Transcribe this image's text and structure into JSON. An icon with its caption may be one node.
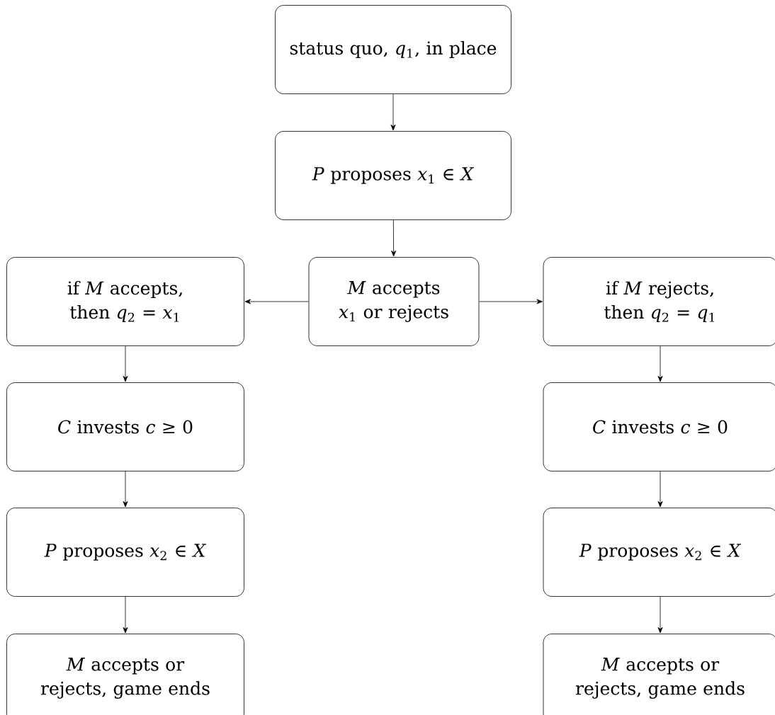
{
  "diagram": {
    "nodes": [
      {
        "text": [
          "status quo, *q*$_{1}$, in place"
        ]
      },
      {
        "text": [
          "*P* proposes *x*$_{1}$ ∈ *X*"
        ]
      },
      {
        "text": [
          "if *M* accepts, then *q*$_{2}$ = *x*$_{1}$"
        ]
      },
      {
        "text": [
          "*M* accepts *x*$_{1}$ or rejects"
        ]
      },
      {
        "text": [
          "if *M* rejects, then *q*$_{2}$ = *q*$_{1}$"
        ]
      },
      {
        "text": [
          "*C* invests *c* ≥ 0"
        ]
      },
      {
        "text": [
          "*C* invests *c* ≥ 0"
        ]
      },
      {
        "text": [
          "*P* proposes *x*$_{2}$ ∈ *X*"
        ]
      },
      {
        "text": [
          "*P* proposes *x*$_{2}$ ∈ *X*"
        ]
      },
      {
        "text": [
          "*M* accepts or rejects, game ends"
        ]
      },
      {
        "text": [
          "*M* accepts or rejects, game ends"
        ]
      }
    ],
    "edges": [
      {
        "from": 0,
        "to": 1,
        "arrow": "to"
      },
      {
        "from": 1,
        "to": 3,
        "arrow": "to"
      },
      {
        "from": 3,
        "to": 2,
        "arrow": "to"
      },
      {
        "from": 3,
        "to": 4,
        "arrow": "to"
      },
      {
        "from": 2,
        "to": 5,
        "arrow": "to"
      },
      {
        "from": 5,
        "to": 7,
        "arrow": "to"
      },
      {
        "from": 7,
        "to": 9,
        "arrow": "to"
      },
      {
        "from": 4,
        "to": 6,
        "arrow": "to"
      },
      {
        "from": 6,
        "to": 8,
        "arrow": "to"
      },
      {
        "from": 8,
        "to": 10,
        "arrow": "to"
      }
    ]
  }
}
